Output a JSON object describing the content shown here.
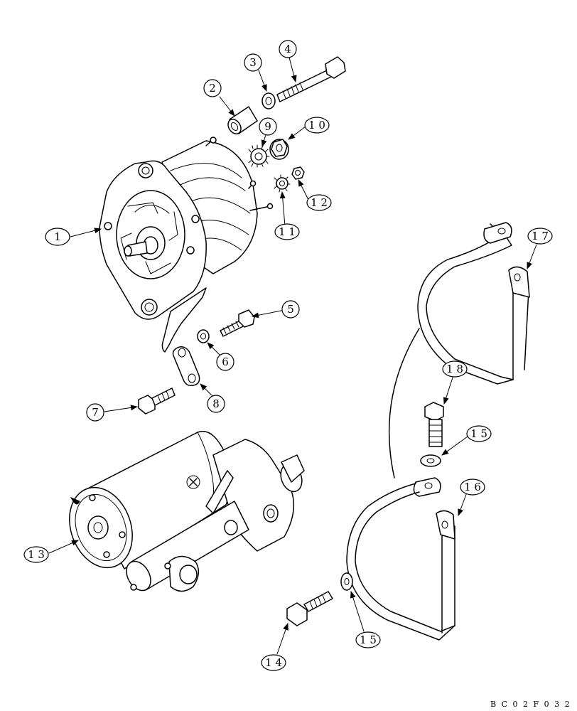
{
  "callouts": [
    {
      "id": "1",
      "label": "1"
    },
    {
      "id": "2",
      "label": "2"
    },
    {
      "id": "3",
      "label": "3"
    },
    {
      "id": "4",
      "label": "4"
    },
    {
      "id": "5",
      "label": "5"
    },
    {
      "id": "6",
      "label": "6"
    },
    {
      "id": "7",
      "label": "7"
    },
    {
      "id": "8",
      "label": "8"
    },
    {
      "id": "9",
      "label": "9"
    },
    {
      "id": "10",
      "label": "1 0"
    },
    {
      "id": "11",
      "label": "1 1"
    },
    {
      "id": "12",
      "label": "1 2"
    },
    {
      "id": "13",
      "label": "1 3"
    },
    {
      "id": "14",
      "label": "1 4"
    },
    {
      "id": "15a",
      "label": "1 5"
    },
    {
      "id": "15b",
      "label": "1 5"
    },
    {
      "id": "16",
      "label": "1 6"
    },
    {
      "id": "17",
      "label": "1 7"
    },
    {
      "id": "18",
      "label": "1 8"
    }
  ],
  "figure_code": "B C 0 2 F 0 3 2"
}
